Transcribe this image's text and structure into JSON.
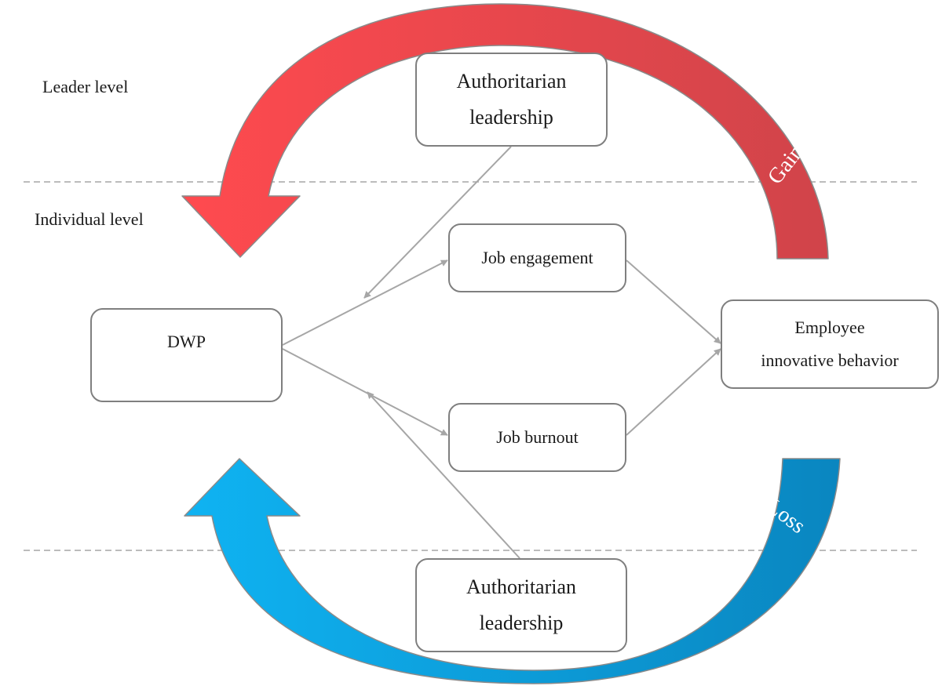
{
  "levels": {
    "leader": "Leader level",
    "individual": "Individual level"
  },
  "nodes": {
    "authoritarian_top": "Authoritarian\nleadership",
    "job_engagement": "Job engagement",
    "dwp": "DWP",
    "employee_innovative_behavior": "Employee\ninnovative behavior",
    "job_burnout": "Job burnout",
    "authoritarian_bottom": "Authoritarian\nleadership"
  },
  "cycle_arrows": {
    "gain": "Gain",
    "loss": "Loss"
  },
  "colors": {
    "gain_light": "#ff4a4f",
    "gain_dark": "#d0444a",
    "loss_light": "#0fb3f2",
    "loss_dark": "#0a86c0",
    "connector": "#a6a6a6",
    "box_border": "#7f7f7f",
    "divider": "#a6a6a6"
  }
}
